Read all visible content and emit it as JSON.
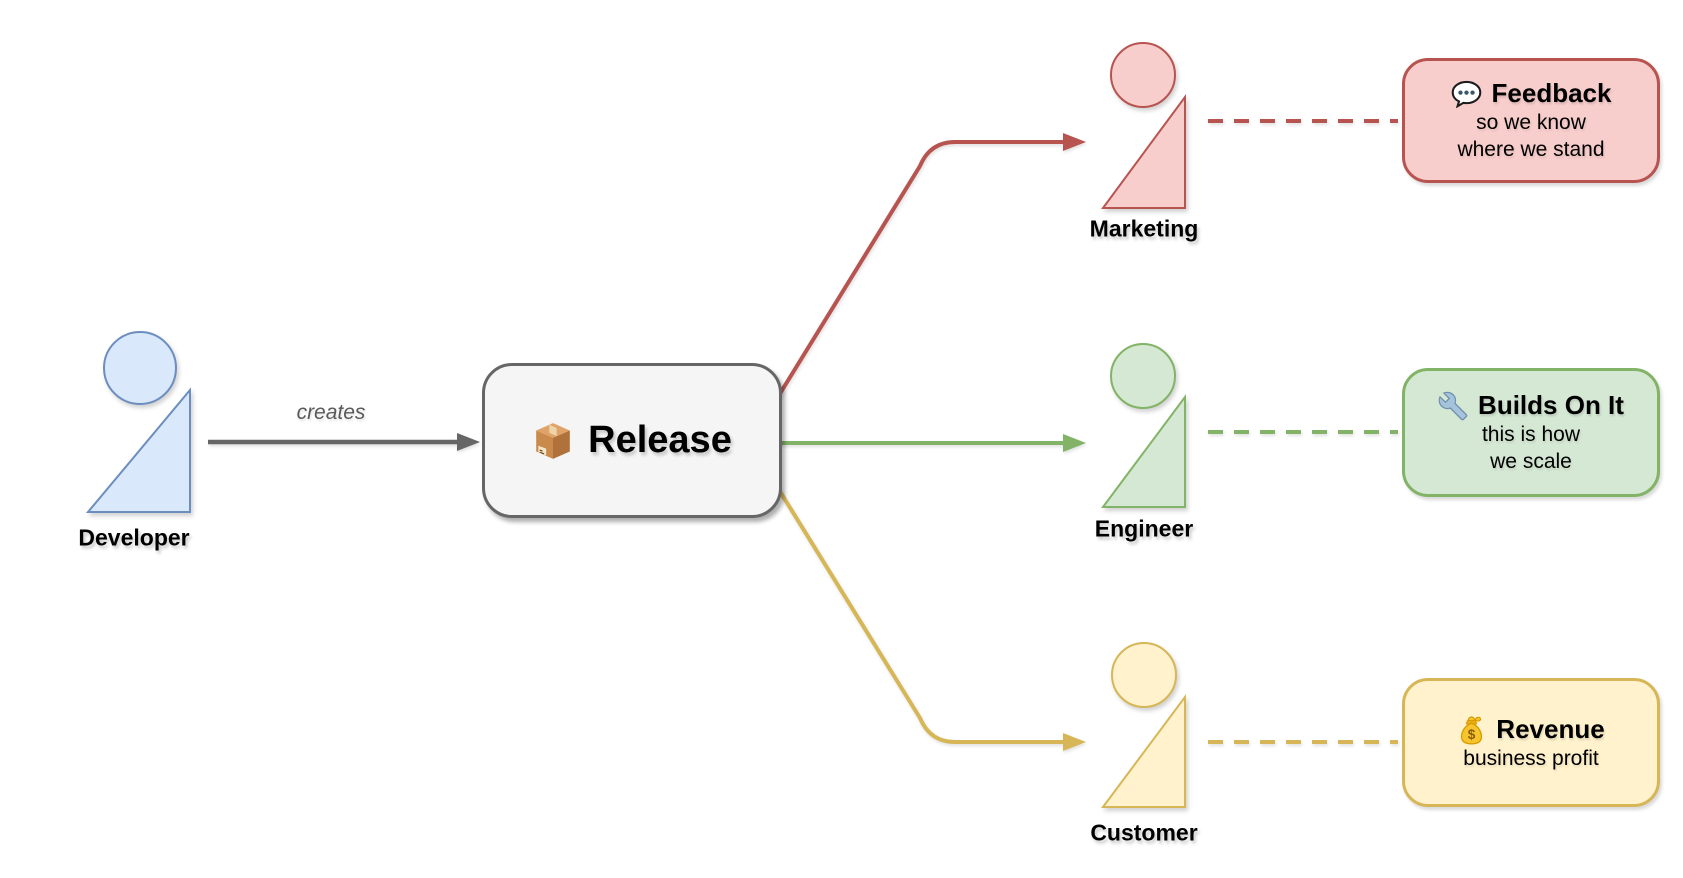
{
  "diagram": {
    "nodes": {
      "developer": {
        "label": "Developer"
      },
      "release": {
        "label": "Release",
        "icon": "package-icon"
      },
      "marketing": {
        "label": "Marketing"
      },
      "engineer": {
        "label": "Engineer"
      },
      "customer": {
        "label": "Customer"
      }
    },
    "edges": {
      "creates": {
        "label": "creates"
      }
    },
    "callouts": {
      "feedback": {
        "icon": "speech-balloon-icon",
        "title": "Feedback",
        "line1": "so we know",
        "line2": "where we stand"
      },
      "builds_on_it": {
        "icon": "wrench-icon",
        "title": "Builds On It",
        "line1": "this is how",
        "line2": "we scale"
      },
      "revenue": {
        "icon": "money-bag-icon",
        "title": "Revenue",
        "line1": "business profit"
      }
    },
    "colors": {
      "developer_fill": "#dae8fc",
      "developer_stroke": "#6c8ebf",
      "marketing_fill": "#f8cecc",
      "marketing_stroke": "#b85450",
      "engineer_fill": "#d5e8d4",
      "engineer_stroke": "#82b366",
      "customer_fill": "#fff2cc",
      "customer_stroke": "#d6b656",
      "release_fill": "#f5f5f5",
      "release_stroke": "#666666",
      "gray_edge": "#666666"
    }
  }
}
